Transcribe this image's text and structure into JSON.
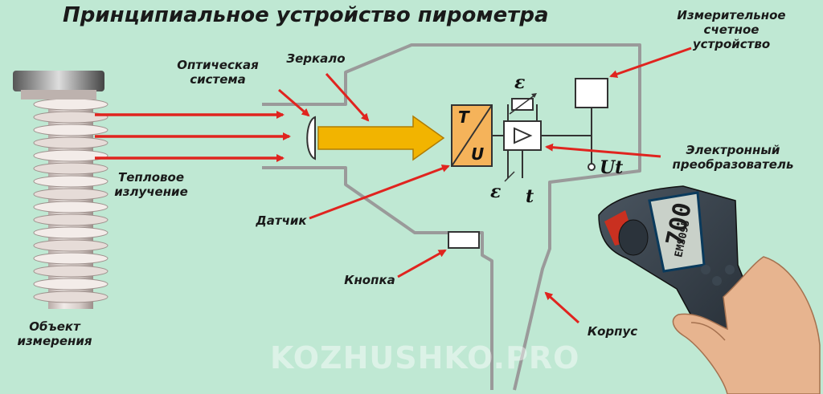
{
  "title": "Принципиальное устройство пирометра",
  "labels": {
    "object": "Объект\nизмерения",
    "optical_system": "Оптическая\nсистема",
    "mirror": "Зеркало",
    "thermal_radiation": "Тепловое\nизлучение",
    "sensor": "Датчик",
    "button": "Кнопка",
    "measuring_counter": "Измерительное\nсчетное\nустройство",
    "electronic_converter": "Электронный\nпреобразователь",
    "housing": "Корпус"
  },
  "symbols": {
    "epsilon_top": "ε",
    "epsilon_bottom": "ε",
    "t": "t",
    "ut": "Ut",
    "sensor_t": "T",
    "sensor_u": "U"
  },
  "device_display": {
    "reading": "700",
    "model": "EMS095"
  },
  "watermark": "KOZHUSHKO.PRO",
  "colors": {
    "background": "#bfe8d3",
    "arrow_red": "#e0241f",
    "beam": "#f2b400",
    "sensor_block": "#f5b35a",
    "housing_line": "#9a9a9a"
  }
}
